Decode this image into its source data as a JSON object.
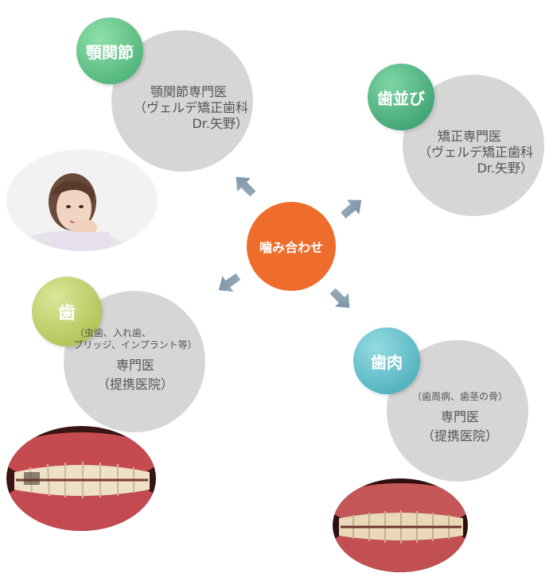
{
  "center": {
    "label": "噛み合わせ",
    "color": "#ef6d2c"
  },
  "nodes": {
    "tmj": {
      "badge": "顎関節",
      "badge_color": "#63bf86",
      "lines": [
        "顎関節専門医",
        "（ヴェルデ矯正歯科",
        "Dr.矢野）"
      ]
    },
    "alignment": {
      "badge": "歯並び",
      "badge_color": "#49ad7d",
      "lines": [
        "矯正専門医",
        "（ヴェルデ矯正歯科",
        "Dr.矢野）"
      ]
    },
    "teeth": {
      "badge": "歯",
      "badge_color": "#b6cc5c",
      "lines_small": [
        "（虫歯、入れ歯、",
        "ブリッジ、インプラント等）"
      ],
      "lines": [
        "専門医",
        "（提携医院）"
      ]
    },
    "gums": {
      "badge": "歯肉",
      "badge_color": "#5db8c3",
      "lines_small": [
        "（歯周病、歯茎の骨）"
      ],
      "lines": [
        "専門医",
        "（提携医院）"
      ]
    }
  },
  "icons": {
    "arrow": "arrow-icon",
    "arrow_color": "#8aa1b1"
  }
}
